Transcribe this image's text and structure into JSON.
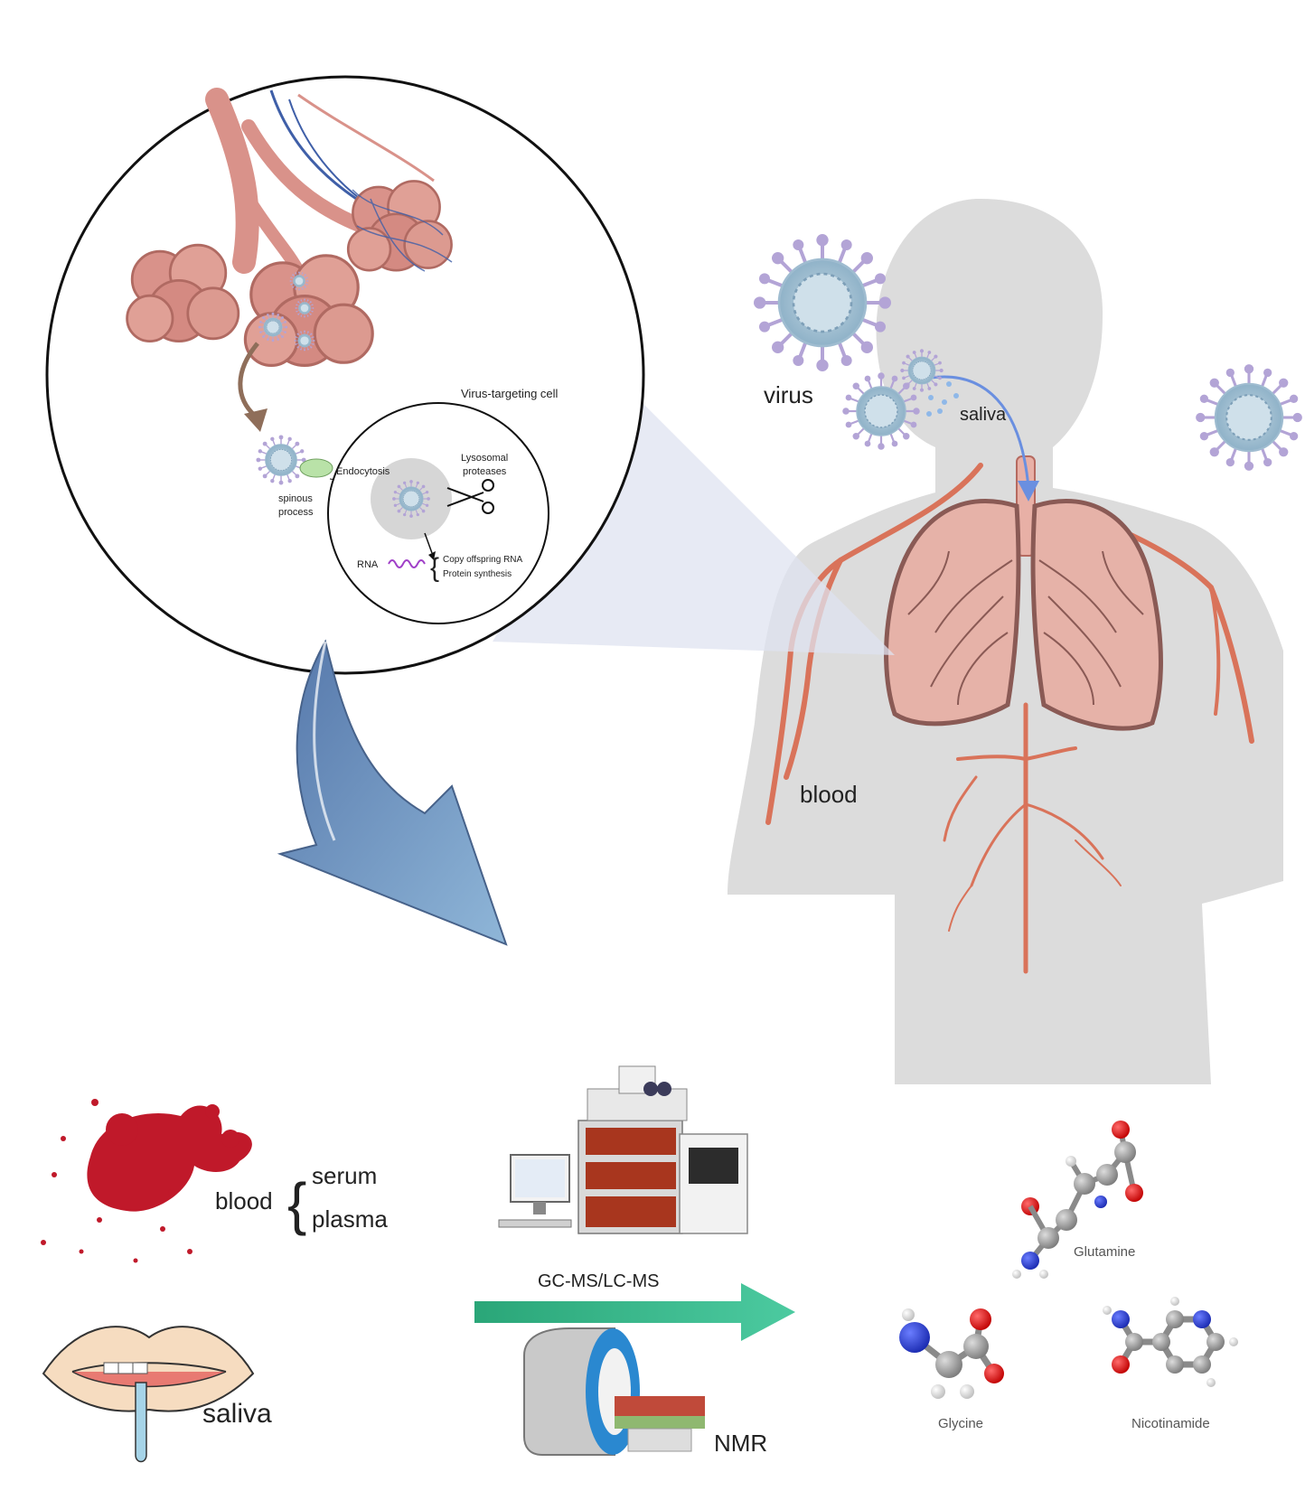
{
  "labels": {
    "virus": "virus",
    "saliva_top": "saliva",
    "blood_body": "blood",
    "virus_targeting_cell": "Virus-targeting cell",
    "lysosomal_proteases_line1": "Lysosomal",
    "lysosomal_proteases_line2": "proteases",
    "endocytosis": "Endocytosis",
    "spinous_process_line1": "spinous",
    "spinous_process_line2": "process",
    "rna": "RNA",
    "copy_offspring_rna": "Copy offspring RNA",
    "protein_synthesis": "Protein synthesis",
    "blood_sample": "blood",
    "serum": "serum",
    "plasma": "plasma",
    "saliva_sample": "saliva",
    "gc_ms_lc_ms": "GC-MS/LC-MS",
    "nmr": "NMR",
    "glutamine": "Glutamine",
    "glycine": "Glycine",
    "nicotinamide": "Nicotinamide"
  },
  "icons": {
    "virus": "virus-icon",
    "lungs": "lungs-icon",
    "alveoli": "alveoli-icon",
    "scissors": "scissors-icon",
    "blood_splatter": "blood-splatter-icon",
    "lips": "lips-icon",
    "mass_spectrometer": "mass-spectrometer-icon",
    "computer": "computer-icon",
    "mri_scanner": "mri-scanner-icon",
    "molecule": "molecule-icon"
  },
  "colors": {
    "body_silhouette": "#dcdcdc",
    "vessel": "#d9735a",
    "lung": "#e6b2a8",
    "virus_body": "#a9c6d6",
    "virus_spikes": "#b9a8d8",
    "flow_arrow": "#7199c4",
    "green_arrow": "#3fb98c",
    "saliva_arrow": "#6a8fe0",
    "blood": "#c0192a"
  }
}
